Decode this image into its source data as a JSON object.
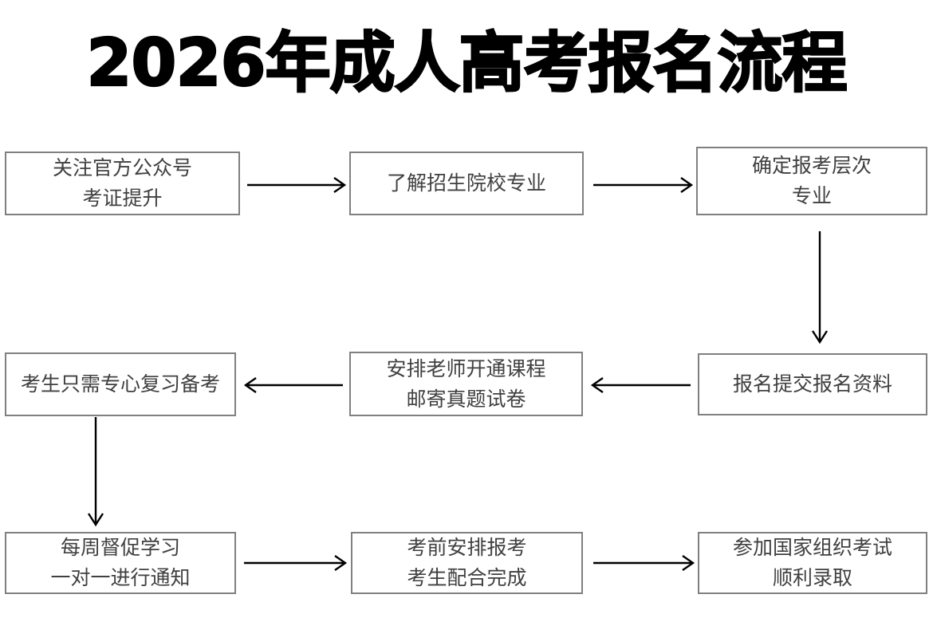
{
  "title": "2026年成人高考报名流程",
  "theme": {
    "background": "#ffffff",
    "title_color": "#000000",
    "box_border": "#808080",
    "box_fill": "#ffffff",
    "box_text": "#404040",
    "arrow_color": "#000000"
  },
  "flowchart": {
    "type": "flowchart",
    "direction": "boustrophedon (row1 left-to-right, row2 right-to-left, row3 left-to-right)",
    "nodes": [
      {
        "id": "n1",
        "row": 1,
        "col": 1,
        "line1": "关注官方公众号",
        "line2": "考证提升"
      },
      {
        "id": "n2",
        "row": 1,
        "col": 2,
        "line1": "了解招生院校专业",
        "line2": ""
      },
      {
        "id": "n3",
        "row": 1,
        "col": 3,
        "line1": "确定报考层次",
        "line2": "专业"
      },
      {
        "id": "n4",
        "row": 2,
        "col": 1,
        "line1": "考生只需专心复习备考",
        "line2": ""
      },
      {
        "id": "n5",
        "row": 2,
        "col": 2,
        "line1": "安排老师开通课程",
        "line2": "邮寄真题试卷"
      },
      {
        "id": "n6",
        "row": 2,
        "col": 3,
        "line1": "报名提交报名资料",
        "line2": ""
      },
      {
        "id": "n7",
        "row": 3,
        "col": 1,
        "line1": "每周督促学习",
        "line2": "一对一进行通知"
      },
      {
        "id": "n8",
        "row": 3,
        "col": 2,
        "line1": "考前安排报考",
        "line2": "考生配合完成"
      },
      {
        "id": "n9",
        "row": 3,
        "col": 3,
        "line1": "参加国家组织考试",
        "line2": "顺利录取"
      }
    ],
    "edges": [
      {
        "from": "n1",
        "to": "n2",
        "direction": "right"
      },
      {
        "from": "n2",
        "to": "n3",
        "direction": "right"
      },
      {
        "from": "n3",
        "to": "n6",
        "direction": "down"
      },
      {
        "from": "n6",
        "to": "n5",
        "direction": "left"
      },
      {
        "from": "n5",
        "to": "n4",
        "direction": "left"
      },
      {
        "from": "n4",
        "to": "n7",
        "direction": "down"
      },
      {
        "from": "n7",
        "to": "n8",
        "direction": "right"
      },
      {
        "from": "n8",
        "to": "n9",
        "direction": "right"
      }
    ]
  }
}
